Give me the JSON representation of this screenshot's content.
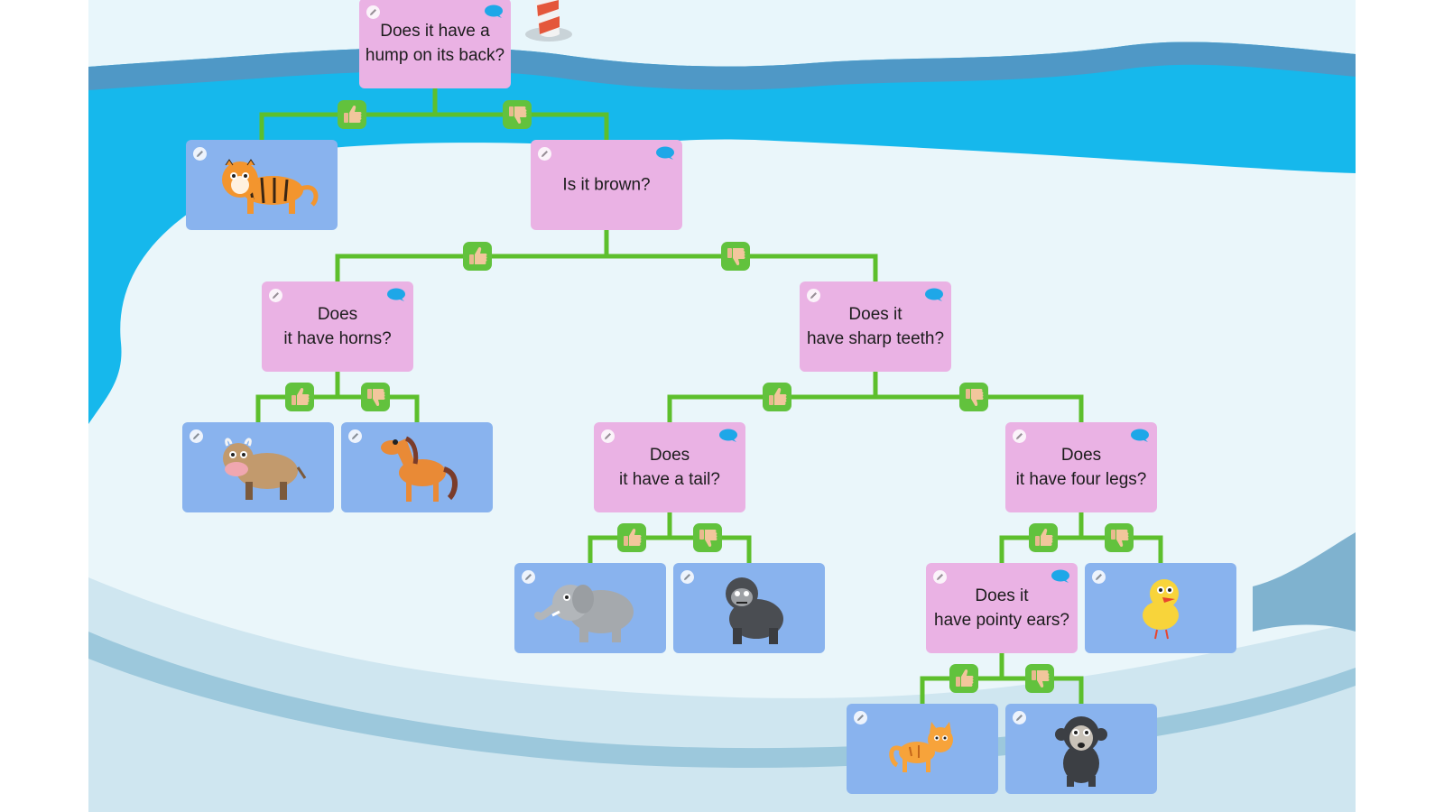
{
  "diagram": {
    "type": "animal decision tree",
    "colors": {
      "question_fill": "#eab2e4",
      "answer_fill": "#89b3ee",
      "connector": "#5dbf2c",
      "vote_badge": "#62c23d",
      "water": "#16b8ec",
      "ice": "#eaf6fa"
    },
    "questions": {
      "hump": "Does it have a\nhump on its back?",
      "brown": "Is it brown?",
      "horns": "Does\nit have horns?",
      "teeth": "Does it\nhave sharp teeth?",
      "tail": "Does\nit have a tail?",
      "legs": "Does\nit have four legs?",
      "ears": "Does it\nhave pointy ears?"
    },
    "answers": {
      "tiger": "tiger",
      "cow": "cow",
      "horse": "horse",
      "elephant": "elephant",
      "gorilla": "gorilla",
      "chick": "chick",
      "cat": "cat",
      "monkey": "monkey"
    },
    "icons": {
      "edit": "pencil-icon",
      "comment": "speech-bubble-icon",
      "yes": "thumbs-up-icon",
      "no": "thumbs-down-icon",
      "decoration": "striped-pole-icon"
    },
    "branches": [
      {
        "from": "hump",
        "yes": "tiger",
        "no": "brown"
      },
      {
        "from": "brown",
        "yes": "horns",
        "no": "teeth"
      },
      {
        "from": "horns",
        "yes": "cow",
        "no": "horse"
      },
      {
        "from": "teeth",
        "yes": "tail",
        "no": "legs"
      },
      {
        "from": "tail",
        "yes": "elephant",
        "no": "gorilla"
      },
      {
        "from": "legs",
        "yes": "ears",
        "no": "chick"
      },
      {
        "from": "ears",
        "yes": "cat",
        "no": "monkey"
      }
    ]
  }
}
